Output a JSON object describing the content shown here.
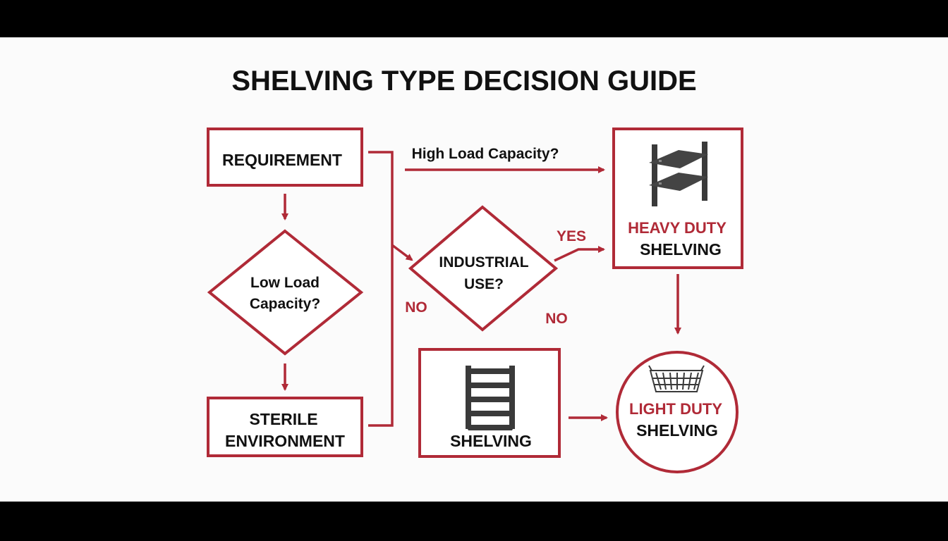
{
  "title": "SHELVING TYPE DECISION GUIDE",
  "colors": {
    "accent": "#b02a37",
    "text": "#111111",
    "background": "#fbfbfb",
    "icon": "#3a3a3a"
  },
  "nodes": {
    "requirement": {
      "label": "REQUIREMENT"
    },
    "low_load": {
      "line1": "Low Load",
      "line2": "Capacity?"
    },
    "sterile": {
      "line1": "STERILE",
      "line2": "ENVIRONMENT"
    },
    "industrial": {
      "line1": "INDUSTRIAL",
      "line2": "USE?"
    },
    "heavy_duty": {
      "line1": "HEAVY DUTY",
      "line2": "SHELVING",
      "icon": "heavy-duty-shelf-icon"
    },
    "shelving": {
      "label": "SHELVING",
      "icon": "metal-shelf-unit-icon"
    },
    "light_duty": {
      "line1": "LIGHT DUTY",
      "line2": "SHELVING",
      "icon": "wire-basket-icon"
    }
  },
  "edge_labels": {
    "high_load": "High Load Capacity?",
    "yes": "YES",
    "no_left": "NO",
    "no_right": "NO"
  }
}
